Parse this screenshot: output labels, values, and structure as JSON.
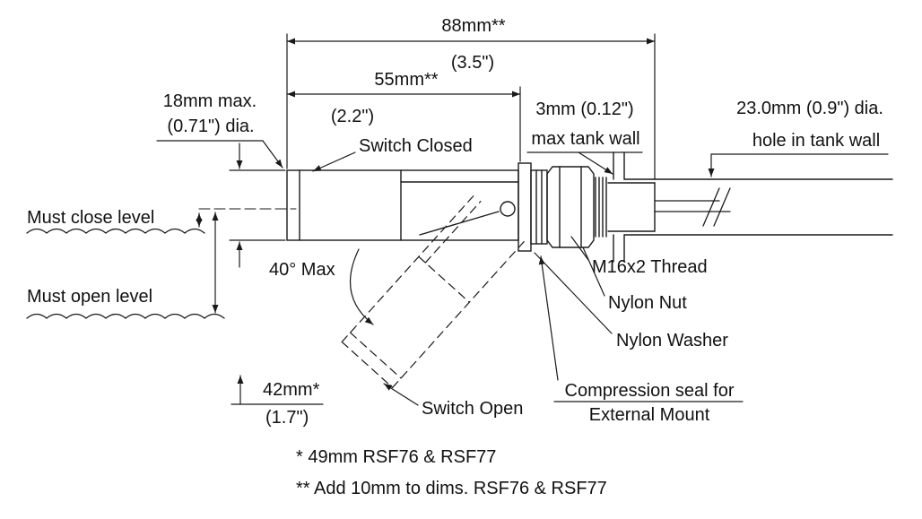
{
  "diagram": {
    "dims": {
      "d88": {
        "main": "88mm**",
        "sub": "(3.5\")"
      },
      "d55": {
        "main": "55mm**",
        "sub": "(2.2\")"
      },
      "d18": {
        "main": "18mm max.",
        "sub": "(0.71\") dia."
      },
      "wall": {
        "main": "3mm (0.12\")",
        "sub": "max tank wall"
      },
      "hole": {
        "main": "23.0mm (0.9\") dia.",
        "sub": "hole in tank wall"
      },
      "d42": {
        "main": "42mm*",
        "sub": "(1.7\")"
      }
    },
    "labels": {
      "switch_closed": "Switch Closed",
      "switch_open": "Switch Open",
      "must_close": "Must close level",
      "must_open": "Must open level",
      "angle": "40° Max",
      "thread": "M16x2 Thread",
      "nut": "Nylon Nut",
      "washer": "Nylon Washer",
      "seal_line1": "Compression seal for",
      "seal_line2": "External Mount"
    },
    "footnotes": {
      "fn1": "* 49mm RSF76 & RSF77",
      "fn2": "** Add 10mm to dims. RSF76 & RSF77"
    },
    "colors": {
      "line": "#1a1a1a",
      "background": "#ffffff"
    }
  }
}
